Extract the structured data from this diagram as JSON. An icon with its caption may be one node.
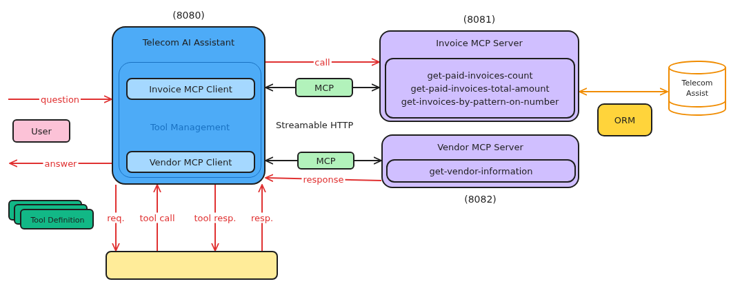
{
  "diagram": {
    "nodes": [
      {
        "text": [
          "Telecom AI Assistant"
        ],
        "beside": [
          "(8080)"
        ]
      },
      {
        "text": [
          "Tool Management"
        ],
        "in": 0
      },
      {
        "text": [
          "Invoice MCP Client"
        ],
        "in": 1
      },
      {
        "text": [
          "Vendor MCP Client"
        ],
        "in": 1
      },
      {
        "text": [
          "User"
        ]
      },
      {
        "text": [
          "Tool Definition"
        ]
      },
      {
        "text": [],
        "shape": "box"
      },
      {
        "text": [
          "MCP"
        ]
      },
      {
        "text": [
          "MCP"
        ]
      },
      {
        "text": [
          "Invoice MCP Server"
        ],
        "beside": [
          "(8081)"
        ]
      },
      {
        "text": [
          "get-paid-invoices-count",
          "get-paid-invoices-total-amount",
          "get-invoices-by-pattern-on-number"
        ],
        "in": 9
      },
      {
        "text": [
          "Vendor MCP Server"
        ],
        "beside": [
          "(8082)"
        ]
      },
      {
        "text": [
          "get-vendor-information"
        ],
        "in": 11
      },
      {
        "text": [
          "ORM"
        ]
      },
      {
        "text": [
          "Telecom Assist"
        ]
      }
    ],
    "edges": [
      {
        "from": 7,
        "to": 0,
        "arrow": "to",
        "color": "#1e1e1e"
      },
      {
        "from": 7,
        "to": 9,
        "arrow": "to",
        "color": "#1e1e1e"
      },
      {
        "from": 8,
        "to": 0,
        "arrow": "to",
        "color": "#1e1e1e"
      },
      {
        "from": 8,
        "to": 11,
        "arrow": "to",
        "color": "#1e1e1e"
      },
      {
        "from": null,
        "to": 0,
        "arrow": "to",
        "label": "question"
      },
      {
        "from": 0,
        "to": null,
        "arrow": "to",
        "label": "answer"
      },
      {
        "from": 0,
        "to": 9,
        "arrow": "to",
        "label": "call"
      },
      {
        "from": 11,
        "to": 0,
        "arrow": "to",
        "label": "response"
      },
      {
        "from": 9,
        "to": 14,
        "arrow": "both",
        "color": "#f08c00"
      },
      {
        "from": 0,
        "to": 6,
        "arrow": "to",
        "label": "req."
      },
      {
        "from": 6,
        "to": 0,
        "arrow": "to",
        "label": "tool call"
      },
      {
        "from": 0,
        "to": 6,
        "arrow": "to",
        "label": "tool resp."
      },
      {
        "from": 6,
        "to": 0,
        "arrow": "to",
        "label": "resp."
      }
    ],
    "labels": [
      "Streamable HTTP"
    ]
  }
}
